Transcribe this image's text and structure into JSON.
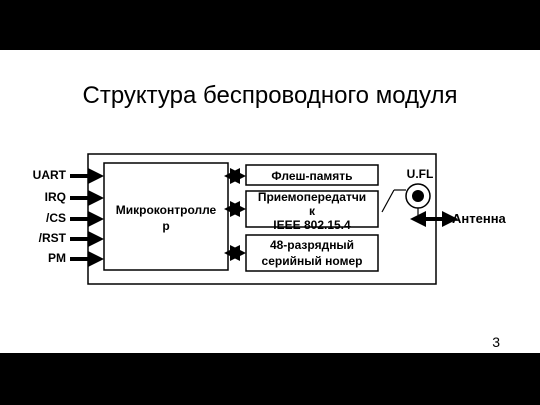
{
  "slide": {
    "title": "Структура беспроводного модуля",
    "page_number": "3"
  },
  "diagram": {
    "signals": [
      "UART",
      "IRQ",
      "/CS",
      "/RST",
      "PM"
    ],
    "mcu_line1": "Микроконтролле",
    "mcu_line2": "р",
    "flash": "Флеш-память",
    "transceiver_line1": "Приемопередатчи",
    "transceiver_line2": "к",
    "transceiver_line3": "IEEE 802.15.4",
    "serial_line1": "48-разрядный",
    "serial_line2": "серийный номер",
    "connector": "U.FL",
    "antenna": "Антенна"
  }
}
